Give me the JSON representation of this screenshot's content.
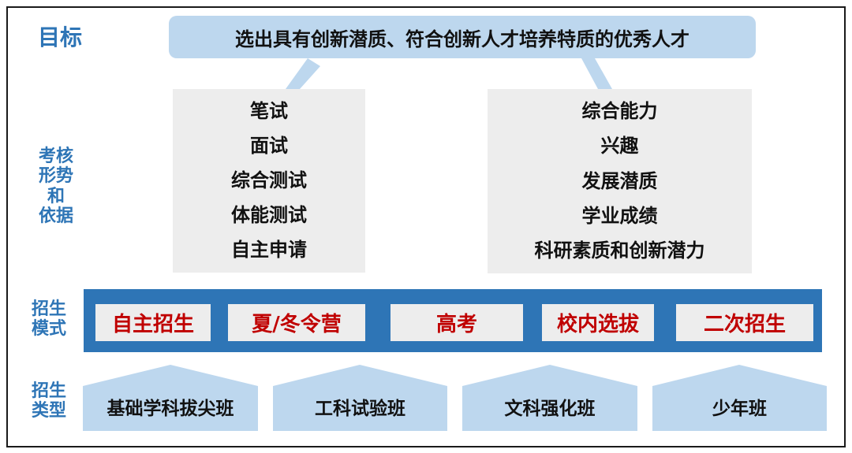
{
  "goal": {
    "label": "目标",
    "text": "选出具有创新潜质、符合创新人才培养特质的优秀人才"
  },
  "assessment": {
    "label_lines": [
      "考核",
      "形势",
      "和",
      "依据"
    ],
    "forms": [
      "笔试",
      "面试",
      "综合测试",
      "体能测试",
      "自主申请"
    ],
    "criteria": [
      "综合能力",
      "兴趣",
      "发展潜质",
      "学业成绩",
      "科研素质和创新潜力"
    ]
  },
  "admission_modes": {
    "label_lines": [
      "招生",
      "模式"
    ],
    "items": [
      "自主招生",
      "夏/冬令营",
      "高考",
      "校内选拔",
      "二次招生"
    ]
  },
  "admission_types": {
    "label_lines": [
      "招生",
      "类型"
    ],
    "items": [
      "基础学科拔尖班",
      "工科试验班",
      "文科强化班",
      "少年班"
    ]
  },
  "colors": {
    "label_blue": "#2e75b6",
    "light_blue": "#bdd7ee",
    "box_gray": "#ededed",
    "mode_red": "#c00000",
    "text_dark": "#111111"
  }
}
